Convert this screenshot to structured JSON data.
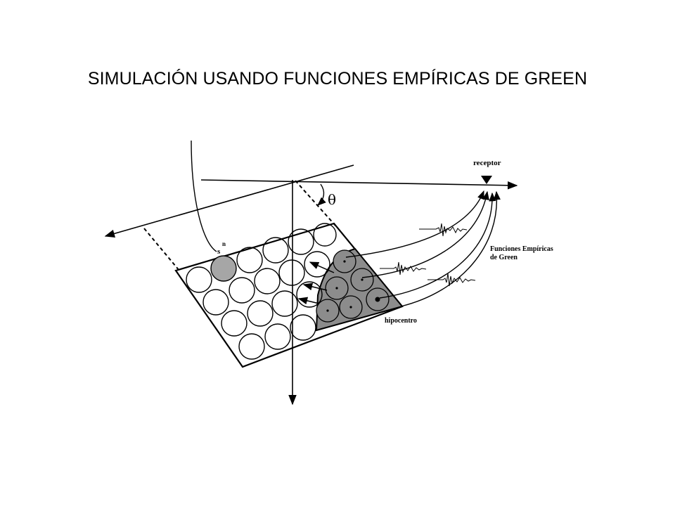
{
  "slide": {
    "title": "SIMULACIÓN USANDO FUNCIONES EMPÍRICAS DE GREEN"
  },
  "diagram": {
    "labels": {
      "receptor": "receptor",
      "angle": "θ",
      "subfault_base": "s",
      "subfault_sup": "n",
      "green_line1": "Funciones  Empíricas",
      "green_line2": "de Green",
      "hypocenter": "hipocentro"
    },
    "colors": {
      "ink": "#000000",
      "rupture_fill": "#8c8c8c",
      "subfault_fill": "#a6a6a6"
    }
  }
}
